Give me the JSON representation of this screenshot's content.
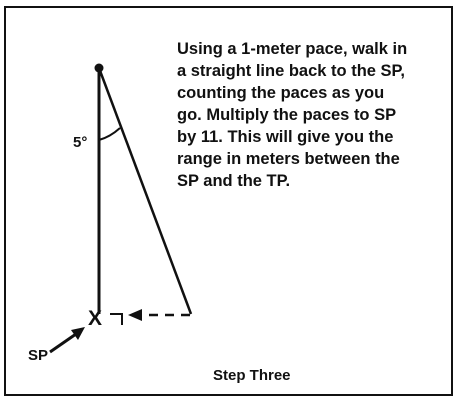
{
  "instructions": {
    "lines": [
      "Using a 1-meter pace, walk in",
      "a straight line back to the SP,",
      "counting the paces as you",
      "go. Multiply the paces to SP",
      "by 11. This will give you the",
      "range in meters between the",
      "SP and the TP."
    ]
  },
  "diagram": {
    "angle_label": "5°",
    "sp_label": "SP",
    "x_marker": "X"
  },
  "caption": "Step Three"
}
